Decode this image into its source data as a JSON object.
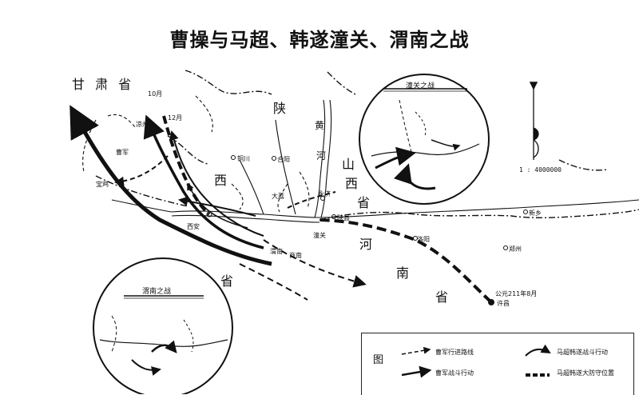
{
  "title": "曹操与马超、韩遂潼关、渭南之战",
  "provinces": {
    "gansu": "甘  肃  省",
    "shaan": "陕",
    "shaanxi_xi": "西",
    "shaanxi_sheng": "省",
    "shan_huang": "黄",
    "shan_he": "河",
    "shanxi_shan": "山",
    "shanxi_xi": "西",
    "shanxi_sheng": "省",
    "henan_he": "河",
    "henan_nan": "南",
    "henan_sheng": "省"
  },
  "cities": {
    "xian": "西安",
    "tongchuan": "铜川",
    "baoji": "宝鸡",
    "heyang": "合阳",
    "dali": "大荔",
    "yongji": "永济",
    "shanxian": "陕县",
    "luoyang": "洛阳",
    "zhengzhou": "郑州",
    "xinxiang": "新乡",
    "xuchang": "许昌",
    "weinan": "渭南",
    "tongguan": "潼关",
    "shangnan": "商南"
  },
  "annotations": {
    "date_start": "公元211年8月",
    "month_10": "10月",
    "month_12": "12月",
    "caojun": "曹军",
    "liangzhou": "凉州"
  },
  "scale": "1 : 4000000",
  "insets": {
    "tongguan": "潼关之战",
    "weinan": "渭南之战"
  },
  "legend": {
    "title": "图",
    "cao_route": "曹军行进路线",
    "cao_battle": "曹军战斗行动",
    "ma_battle": "马超韩遂战斗行动",
    "ma_defense": "马超韩遂大防守位置"
  }
}
